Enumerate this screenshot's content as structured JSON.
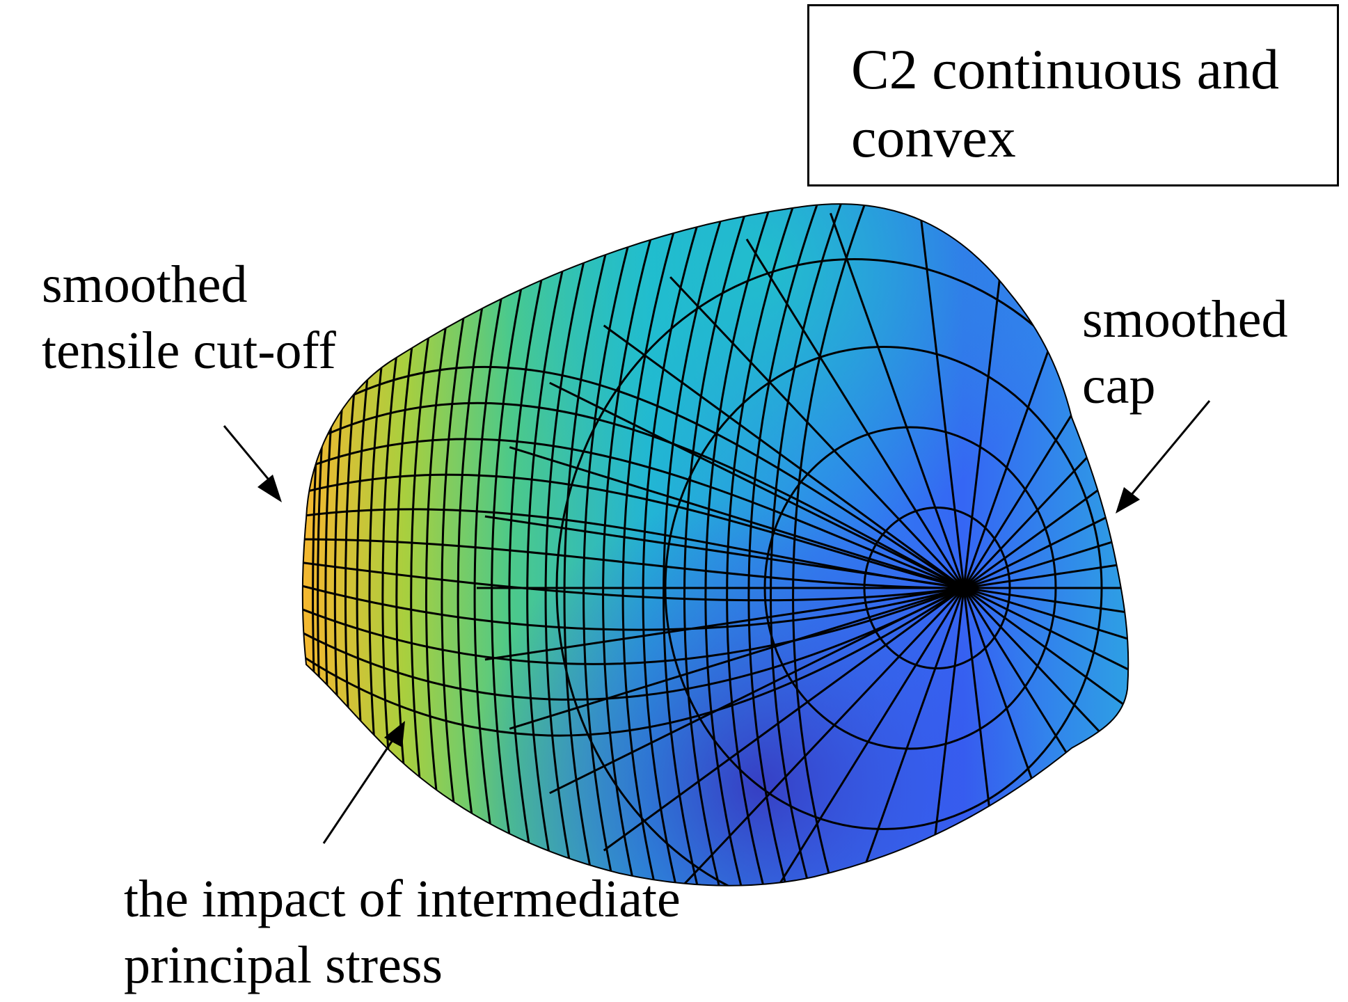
{
  "info_box": {
    "line1": "C2 continuous and",
    "line2": "convex"
  },
  "annotations": {
    "tensile": {
      "line1": "smoothed",
      "line2": "tensile cut-off"
    },
    "cap": {
      "line1": "smoothed",
      "line2": "cap"
    },
    "intermediate": {
      "line1": "the impact of intermediate",
      "line2": "principal stress"
    }
  },
  "surface": {
    "colormap": [
      "#3b2fd4",
      "#3a64f0",
      "#2f9fe6",
      "#20c2c4",
      "#5fd06e",
      "#d9c133",
      "#f4b82c"
    ],
    "mesh_color": "#000000"
  }
}
